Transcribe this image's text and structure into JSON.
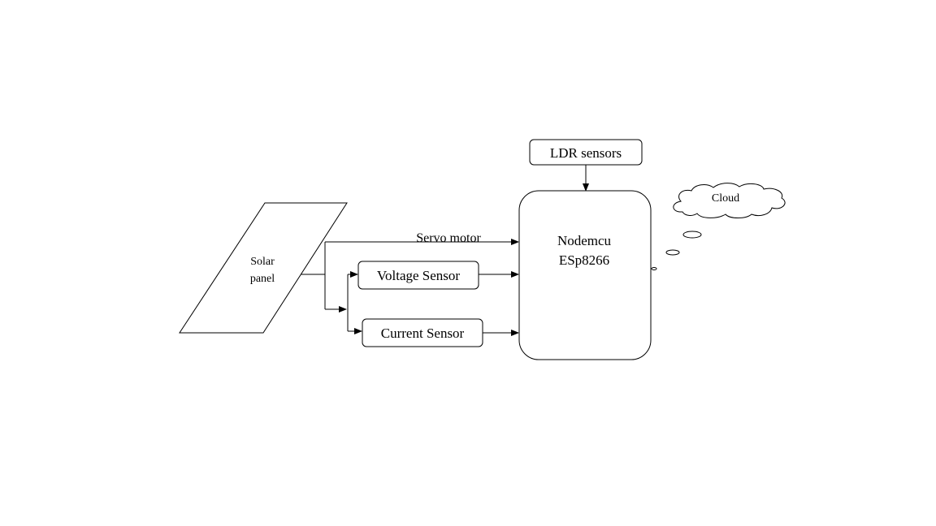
{
  "diagram": {
    "solar_panel": {
      "line1": "Solar",
      "line2": "panel"
    },
    "servo_motor": "Servo motor",
    "voltage_sensor": "Voltage Sensor",
    "current_sensor": "Current Sensor",
    "ldr_sensors": "LDR sensors",
    "controller": {
      "line1": "Nodemcu",
      "line2": "ESp8266"
    },
    "cloud": "Cloud",
    "colors": {
      "stroke": "#000000",
      "background": "#ffffff"
    }
  }
}
